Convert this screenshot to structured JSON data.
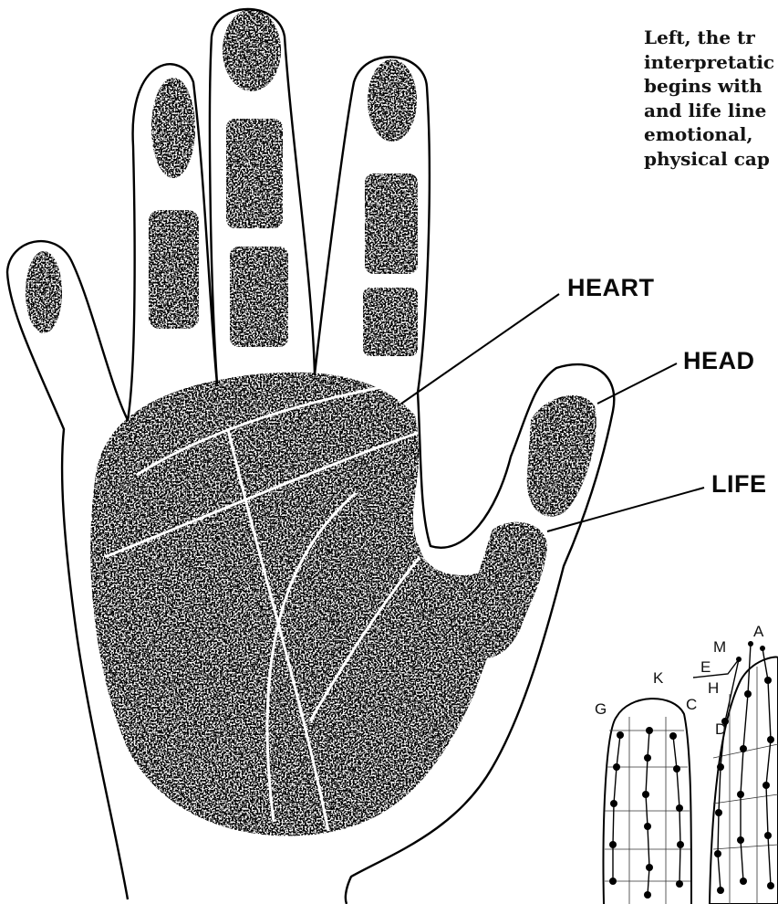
{
  "caption": {
    "lines": [
      "Left, the tr",
      "interpretatic",
      "begins with",
      "and life line",
      "emotional, ",
      "physical cap"
    ]
  },
  "line_labels": {
    "heart": "HEART",
    "head": "HEAD",
    "life": "LIFE"
  },
  "diagram_letters": {
    "m": "M",
    "a": "A",
    "e": "E",
    "k": "K",
    "h": "H",
    "g": "G",
    "c": "C",
    "d": "D"
  }
}
